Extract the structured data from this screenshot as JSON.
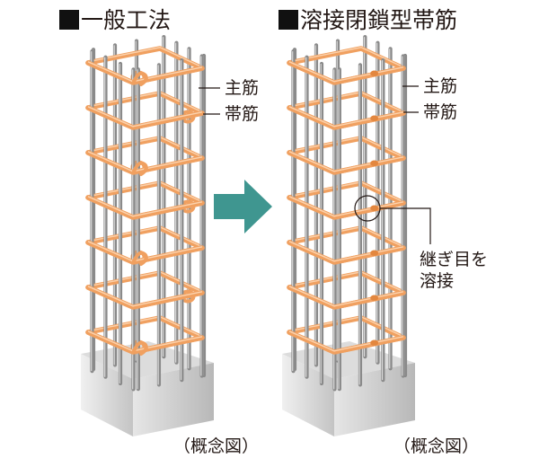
{
  "left_panel": {
    "title": "一般工法",
    "labels": {
      "main_bar": "主筋",
      "hoop": "帯筋"
    },
    "caption": "（概念図）",
    "hoop_style": "hooked-lap-joint"
  },
  "right_panel": {
    "title": "溶接閉鎖型帯筋",
    "labels": {
      "main_bar": "主筋",
      "hoop": "帯筋",
      "weld_note_line1": "継ぎ目を",
      "weld_note_line2": "溶接"
    },
    "caption": "（概念図）",
    "hoop_style": "welded-closed"
  },
  "arrow": {
    "direction": "right",
    "color": "#3f9690"
  },
  "colors": {
    "hoop": "#f0a060",
    "hoop_highlight": "#fbd2ad",
    "rebar": "#8a8a8a",
    "rebar_highlight": "#d8d8d8",
    "concrete_top": "#d9d9d9",
    "concrete_front": "#bdbdbd",
    "concrete_side": "#cfcfcf",
    "text": "#231815"
  },
  "hoop_count": 7
}
